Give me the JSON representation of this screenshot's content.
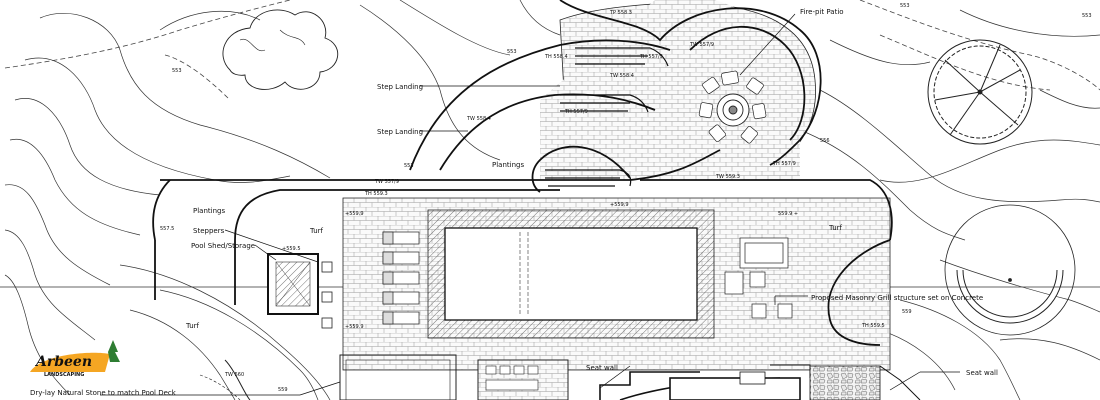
{
  "labels": {
    "fire_pit_patio": "Fire-pit Patio",
    "step_landing_1": "Step Landing",
    "step_landing_2": "Step Landing",
    "plantings_top": "Plantings",
    "plantings_left": "Plantings",
    "steppers": "Steppers",
    "pool_shed": "Pool Shed/Storage",
    "turf_left_top": "Turf",
    "turf_left_bottom": "Turf",
    "turf_right": "Turf",
    "grill": "Proposed Masonry Grill structure set on Concrete",
    "seat_wall_1": "Seat wall",
    "seat_wall_2": "Seat wall",
    "dry_lay": "Dry-lay Natural Stone to match Pool Deck"
  },
  "elevations": {
    "c553_topleft": "553",
    "c553_mid": "553",
    "c553_left": "553",
    "c553_topright": "553",
    "c553_farright": "553",
    "c556": "556",
    "c559": "559",
    "c559_bottom": "559",
    "tp5583": "TP 558.3",
    "tw5579_top": "TW 557/9",
    "th5584": "TH 558.4",
    "th5579a": "TH 557/9",
    "tw5584": "TW 558.4",
    "th5579b": "TH 557/9",
    "tw5584b": "TW 558.4",
    "tw5579c": "TW 557/9",
    "th5593": "TH 559.3",
    "th5579_right": "TH 557/9",
    "th5593_right": "TW 559.3",
    "d5575": "557.5",
    "p5599a": "+559.9",
    "p5599b": "+559.9",
    "p5599c": "559.9 +",
    "p5595": "+559.5",
    "p5599d": "+559.9",
    "th5595": "TH 559.5",
    "tw560": "TW 560"
  },
  "logo": {
    "name": "Arbeen",
    "tagline": "LANDSCAPING",
    "brand_color": "#f5a623",
    "accent_color": "#2e7d32"
  }
}
